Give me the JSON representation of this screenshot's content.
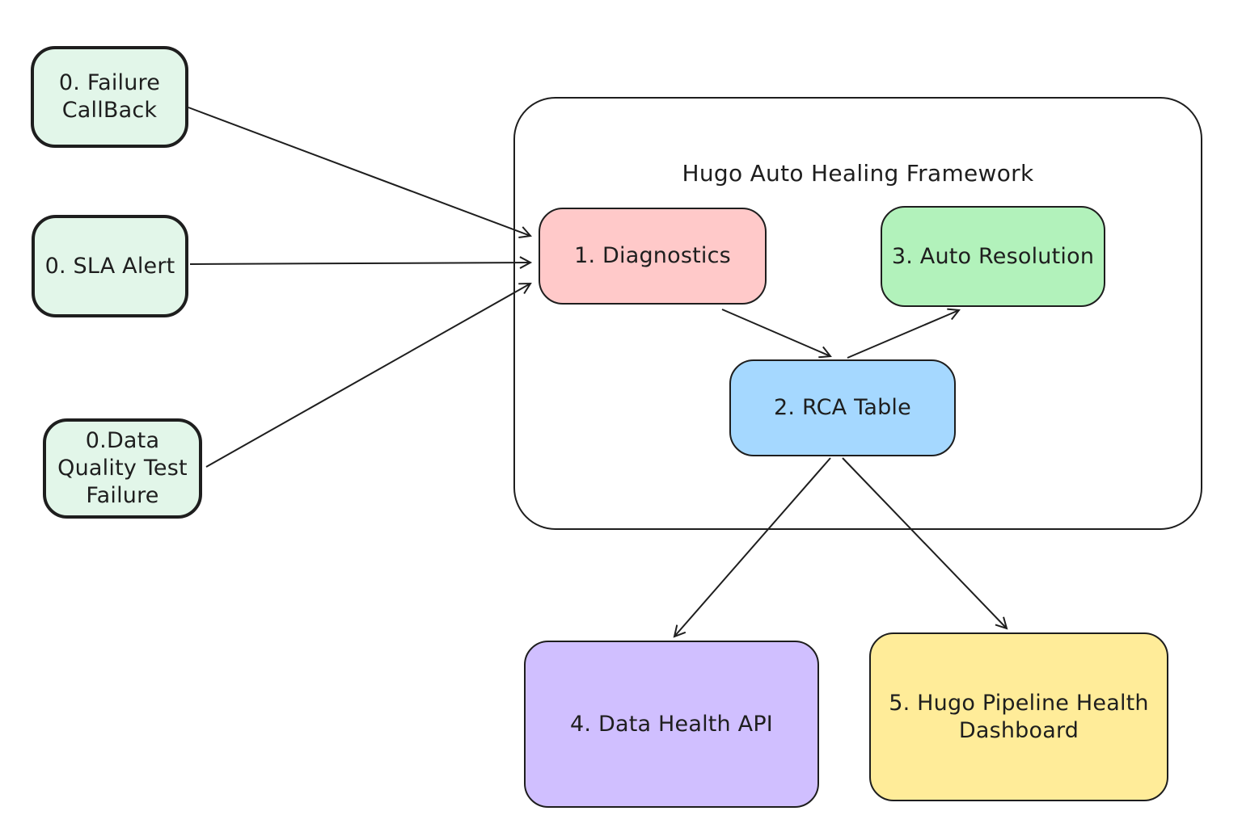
{
  "container": {
    "title": "Hugo Auto Healing Framework"
  },
  "nodes": {
    "failure_callback": {
      "label": "0. Failure CallBack",
      "fill": "#e2f6e9"
    },
    "sla_alert": {
      "label": "0. SLA Alert",
      "fill": "#e2f6e9"
    },
    "data_quality": {
      "label": "0.Data Quality Test Failure",
      "fill": "#e2f6e9"
    },
    "diagnostics": {
      "label": "1. Diagnostics",
      "fill": "#ffc9c9"
    },
    "rca_table": {
      "label": "2. RCA Table",
      "fill": "#a5d8ff"
    },
    "auto_resolution": {
      "label": "3. Auto Resolution",
      "fill": "#b2f2bb"
    },
    "data_health_api": {
      "label": "4. Data Health API",
      "fill": "#d0bfff"
    },
    "dashboard": {
      "label": "5. Hugo Pipeline Health Dashboard",
      "fill": "#ffec99"
    }
  },
  "edges": [
    {
      "from": "failure_callback",
      "to": "diagnostics"
    },
    {
      "from": "sla_alert",
      "to": "diagnostics"
    },
    {
      "from": "data_quality",
      "to": "diagnostics"
    },
    {
      "from": "diagnostics",
      "to": "rca_table"
    },
    {
      "from": "rca_table",
      "to": "auto_resolution"
    },
    {
      "from": "rca_table",
      "to": "data_health_api"
    },
    {
      "from": "rca_table",
      "to": "dashboard"
    }
  ],
  "colors": {
    "stroke": "#1e1e1e",
    "background": "#ffffff",
    "trigger_green": "#e2f6e9",
    "pink": "#ffc9c9",
    "blue": "#a5d8ff",
    "green": "#b2f2bb",
    "purple": "#d0bfff",
    "yellow": "#ffec99"
  }
}
